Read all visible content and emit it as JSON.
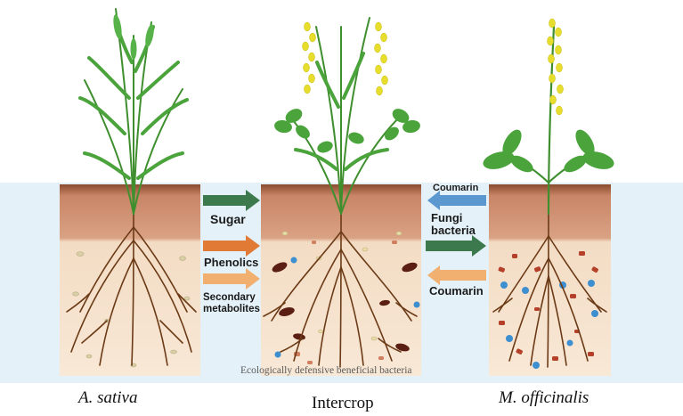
{
  "captions": {
    "left": "A. sativa",
    "center": "Intercrop",
    "right": "M. officinalis"
  },
  "arrows": {
    "sugar": "Sugar",
    "phenolics": "Phenolics",
    "secondary_1": "Secondary",
    "secondary_2": "metabolites",
    "coumarin_top": "Coumarin",
    "fungi_1": "Fungi",
    "fungi_2": "bacteria",
    "coumarin_bottom": "Coumarin"
  },
  "footer": "Ecologically defensive beneficial bacteria",
  "colors": {
    "background_band": "#e4f1f8",
    "soil_top": "#c98567",
    "soil_bottom": "#f6e3cd",
    "root": "#6b3a16",
    "stem": "#3f8f2f",
    "leaf": "#4aa33b",
    "flower": "#e6dd2c",
    "arrow_green": "#3c7a4e",
    "arrow_orange": "#e07a35",
    "arrow_light_orange": "#f2b070",
    "arrow_blue": "#5a98cf"
  }
}
